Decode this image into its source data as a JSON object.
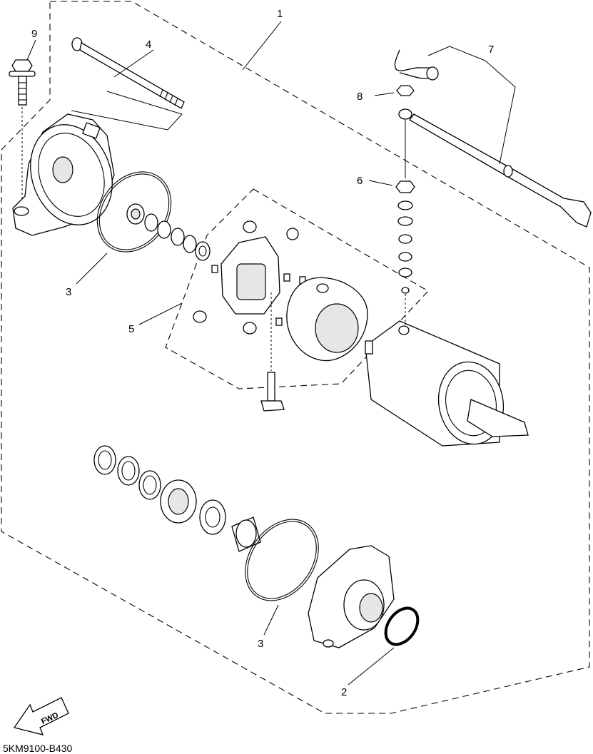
{
  "diagram": {
    "callouts": [
      {
        "id": "1",
        "text": "1"
      },
      {
        "id": "2",
        "text": "2"
      },
      {
        "id": "3a",
        "text": "3"
      },
      {
        "id": "3b",
        "text": "3"
      },
      {
        "id": "4",
        "text": "4"
      },
      {
        "id": "5",
        "text": "5"
      },
      {
        "id": "6",
        "text": "6"
      },
      {
        "id": "7",
        "text": "7"
      },
      {
        "id": "8",
        "text": "8"
      },
      {
        "id": "9",
        "text": "9"
      }
    ],
    "fwd_label": "FWD",
    "drawing_code": "5KM9100-B430"
  }
}
